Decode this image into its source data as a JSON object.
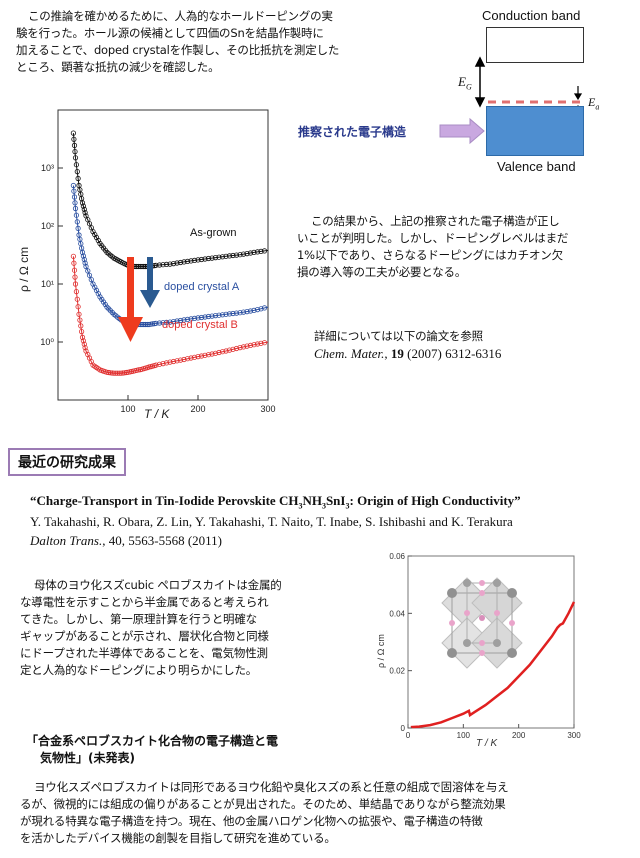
{
  "intro": {
    "line1": "この推論を確かめるために、人為的なホールドーピングの実",
    "line2": "験を行った。ホール源の候補として四価のSnを結晶作製時に",
    "line3": "加えることで、doped crystalを作製し、その比抵抗を測定した",
    "line4": "ところ、顕著な抵抗の減少を確認した。"
  },
  "band": {
    "conduction": "Conduction band",
    "valence": "Valence band",
    "eg_main": "E",
    "eg_sub": "G",
    "ea_main": "E",
    "ea_sub": "a",
    "inferred": "推察された電子構造",
    "colors": {
      "valence": "#4e8ed0",
      "acceptor": "#e07070",
      "arrow": "#c9a8e0",
      "inferred_text": "#2a3a8c"
    }
  },
  "result": {
    "line1": "この結果から、上記の推察された電子構造が正し",
    "line2": "いことが判明した。しかし、ドーピングレベルはまだ",
    "line3": "1%以下であり、さらなるドーピングにはカチオン欠",
    "line4": "損の導入等の工夫が必要となる。"
  },
  "ref1": {
    "intro": "詳細については以下の論文を参照",
    "journal": "Chem. Mater.",
    "volume": "19",
    "rest": "(2007) 6312-6316"
  },
  "section": {
    "title": "最近の研究成果"
  },
  "paper": {
    "title_a": "“Charge-Transport in Tin-Iodide Perovskite CH",
    "title_b": "NH",
    "title_c": "SnI",
    "title_d": ": Origin of High Conductivity”",
    "sub3": "3",
    "authors": "Y. Takahashi, R. Obara, Z. Lin, Y. Takahashi, T. Naito, T. Inabe, S. Ishibashi and K. Terakura",
    "journal": "Dalton Trans.",
    "rest": ", 40, 5563-5568 (2011)"
  },
  "mother": {
    "line1": "母体のヨウ化スズcubic ペロブスカイトは金属的",
    "line2": "な導電性を示すことから半金属であると考えられ",
    "line3": "てきた。しかし、第一原理計算を行うと明確な",
    "line4": "ギャップがあることが示され、層状化合物と同様",
    "line5": "にドープされた半導体であることを、電気物性測",
    "line6": "定と人為的なドーピングにより明らかにした。"
  },
  "unpub": {
    "line1": "「合金系ペロブスカイト化合物の電子構造と電",
    "line2": "気物性」(未発表)",
    "body1": "ヨウ化スズペロブスカイトは同形であるヨウ化鉛や臭化スズの系と任意の組成で固溶体を与え",
    "body2": "るが、微視的には組成の偏りがあることが見出された。そのため、単結晶でありながら整流効果",
    "body3": "が現れる特異な電子構造を持つ。現在、他の金属ハロゲン化物への拡張や、電子構造の特徴",
    "body4": "を活かしたデバイス機能の創製を目指して研究を進めている。"
  },
  "chart_data": [
    {
      "type": "scatter",
      "title": "",
      "xlabel": "T / K",
      "ylabel": "ρ / Ω cm",
      "xlim": [
        0,
        300
      ],
      "ylim": [
        0.1,
        10000
      ],
      "yscale": "log",
      "x_ticks": [
        "100",
        "200",
        "300"
      ],
      "y_ticks": [
        "10⁰",
        "10¹",
        "10²",
        "10³"
      ],
      "grid": false,
      "series": [
        {
          "name": "As-grown",
          "color": "#111111",
          "x": [
            22,
            25,
            30,
            35,
            40,
            50,
            60,
            70,
            80,
            90,
            100,
            110,
            120,
            130,
            140,
            160,
            180,
            200,
            220,
            240,
            260,
            280,
            300
          ],
          "y": [
            4000,
            1500,
            500,
            250,
            150,
            80,
            50,
            35,
            28,
            24,
            21,
            20,
            20,
            20,
            21,
            22,
            24,
            26,
            28,
            30,
            32,
            35,
            38
          ]
        },
        {
          "name": "doped crystal A",
          "color": "#2a4fa0",
          "x": [
            22,
            25,
            30,
            35,
            40,
            50,
            60,
            70,
            80,
            90,
            100,
            110,
            120,
            130,
            140,
            160,
            180,
            200,
            220,
            240,
            260,
            280,
            300
          ],
          "y": [
            500,
            200,
            70,
            35,
            20,
            10,
            6,
            4,
            3,
            2.4,
            2.1,
            2.0,
            2.0,
            2.0,
            2.1,
            2.2,
            2.4,
            2.6,
            2.8,
            3.0,
            3.2,
            3.5,
            4.0
          ]
        },
        {
          "name": "doped crystal B",
          "color": "#e03030",
          "x": [
            22,
            25,
            30,
            35,
            40,
            50,
            60,
            70,
            80,
            90,
            100,
            110,
            120,
            130,
            140,
            160,
            180,
            200,
            220,
            240,
            260,
            280,
            300
          ],
          "y": [
            30,
            10,
            3,
            1.2,
            0.7,
            0.4,
            0.33,
            0.3,
            0.29,
            0.29,
            0.3,
            0.32,
            0.34,
            0.37,
            0.4,
            0.45,
            0.5,
            0.56,
            0.62,
            0.7,
            0.8,
            0.9,
            1.0
          ]
        }
      ]
    },
    {
      "type": "line",
      "title": "",
      "xlabel": "T / K",
      "ylabel": "ρ / Ω cm",
      "xlim": [
        0,
        300
      ],
      "ylim": [
        0,
        0.06
      ],
      "x_ticks": [
        "0",
        "100",
        "200",
        "300"
      ],
      "y_ticks": [
        "0",
        "0.02",
        "0.04",
        "0.06"
      ],
      "grid": false,
      "series": [
        {
          "name": "",
          "color": "#e02020",
          "x": [
            5,
            20,
            40,
            60,
            80,
            100,
            110,
            112,
            120,
            140,
            160,
            180,
            200,
            220,
            240,
            260,
            270,
            275,
            280,
            290,
            300
          ],
          "y": [
            0.0003,
            0.0005,
            0.001,
            0.002,
            0.0035,
            0.005,
            0.006,
            0.0045,
            0.0055,
            0.008,
            0.011,
            0.014,
            0.018,
            0.022,
            0.027,
            0.032,
            0.035,
            0.036,
            0.0365,
            0.04,
            0.044
          ]
        }
      ]
    }
  ]
}
